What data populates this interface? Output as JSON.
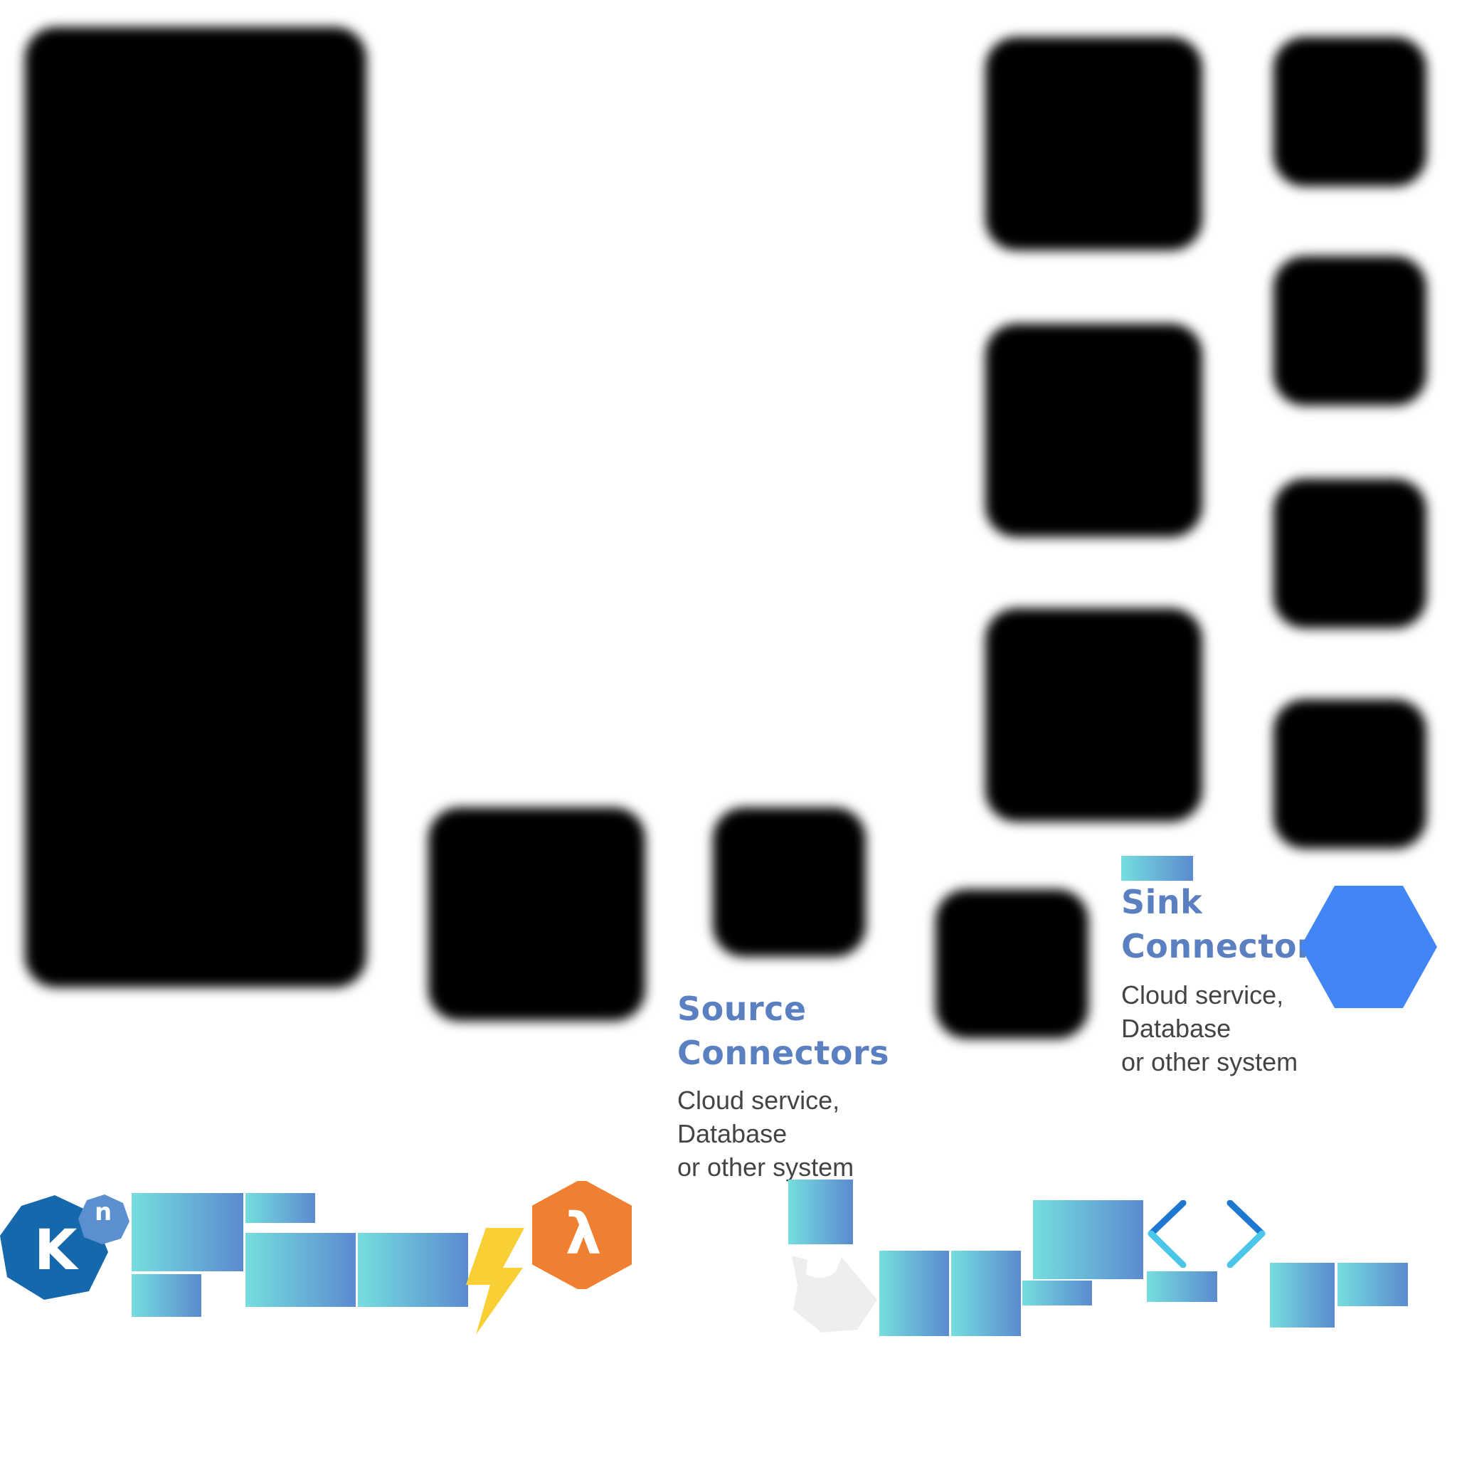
{
  "source": {
    "title_line1": "Source",
    "title_line2": "Connectors",
    "desc_line1": "Cloud service,",
    "desc_line2": "Database",
    "desc_line3": "or other system"
  },
  "sink": {
    "title_line1": "Sink",
    "title_line2": "Connectors",
    "desc_line1": "Cloud service,",
    "desc_line2": "Database",
    "desc_line3": "or other system"
  },
  "logos": {
    "knative_letter": "K",
    "knative_badge": "n",
    "lambda_letter": "λ"
  },
  "icons": [
    "knative-icon",
    "lightning-icon",
    "aws-lambda-icon",
    "hexagon-icon",
    "chevron-left-icon",
    "chevron-right-icon",
    "puzzle-icon"
  ],
  "colors": {
    "heading": "#5b80c2",
    "gradient_start": "#75dede",
    "gradient_end": "#5b8ad0",
    "knative_blue": "#1668ad",
    "lambda_orange": "#f08031",
    "lightning_yellow": "#f8cf35",
    "hex_blue": "#4285f4"
  }
}
